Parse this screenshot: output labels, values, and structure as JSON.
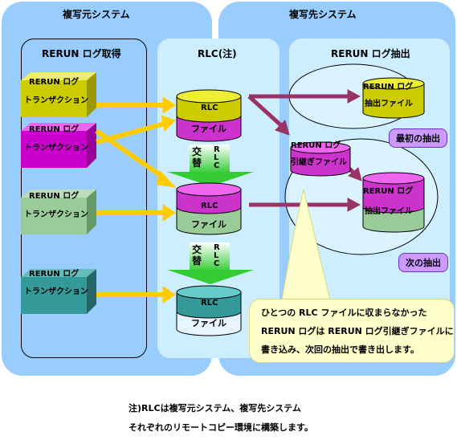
{
  "source_system": {
    "title": "複写元システム"
  },
  "target_system": {
    "title": "複写先システム"
  },
  "panels": {
    "acquire": {
      "title": "RERUN ログ取得"
    },
    "rlc": {
      "title": "RLC(注)"
    },
    "extract": {
      "title": "RERUN ログ抽出"
    }
  },
  "transactions": [
    {
      "line1": "RERUN ログ",
      "line2": "トランザクション",
      "color": "#cccc00"
    },
    {
      "line1": "RERUN ログ",
      "line2": "トランザクション",
      "color": "#cc00cc"
    },
    {
      "line1": "RERUN ログ",
      "line2": "トランザクション",
      "color": "#99cc99"
    },
    {
      "line1": "RERUN ログ",
      "line2": "トランザクション",
      "color": "#339999"
    }
  ],
  "rlc_files": [
    {
      "top": "RLC",
      "bottom": "ファイル"
    },
    {
      "top": "RLC",
      "bottom": "ファイル"
    },
    {
      "top": "RLC",
      "bottom": "ファイル"
    }
  ],
  "swap": [
    {
      "label_main": "交替",
      "label_side": "RLC"
    },
    {
      "label_main": "交替",
      "label_side": "RLC"
    }
  ],
  "carryover": {
    "line1": "RERUN ログ",
    "line2": "引継ぎファイル"
  },
  "extract_files": [
    {
      "line1": "RERUN ログ",
      "line2": "抽出ファイル"
    },
    {
      "line1": "RERUN ログ",
      "line2": "抽出ファイル"
    }
  ],
  "tags": {
    "first": "最初の抽出",
    "next": "次の抽出"
  },
  "callout": {
    "line1": "ひとつの RLC ファイルに収まらなかった",
    "line2": "RERUN ログは RERUN ログ引継ぎファイルに",
    "line3": "書き込み、次回の抽出で書き出します。"
  },
  "footnote": {
    "line1": "注)RLCは複写元システム、複写先システム",
    "line2": "それぞれのリモートコピー環境に構築します。"
  },
  "colors": {
    "system_bg": "#99ccff",
    "panel_bg": "#cceeff",
    "arrow_yellow": "#ffcc00",
    "arrow_maroon": "#993366",
    "swap_green": "#66dd66",
    "tag_purple": "#cc99ff",
    "callout_yellow": "#ffffcc"
  }
}
